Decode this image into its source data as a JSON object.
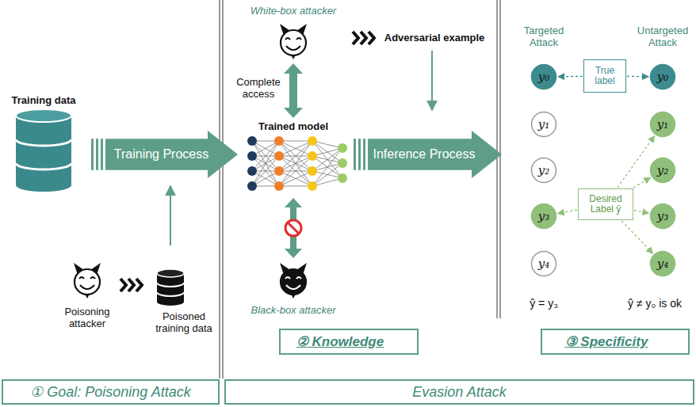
{
  "diagram": {
    "nodes": [
      {
        "text": [
          "Training Process"
        ]
      },
      {
        "text": [
          "Inference Process"
        ]
      },
      {
        "text": [
          "True label"
        ]
      },
      {
        "text": [
          "y₀"
        ]
      },
      {
        "text": [
          "y₀"
        ]
      },
      {
        "text": [
          "y₁"
        ]
      },
      {
        "text": [
          "y₁"
        ]
      },
      {
        "text": [
          "y₂"
        ]
      },
      {
        "text": [
          "y₂"
        ]
      },
      {
        "text": [
          "Desired Label ŷ"
        ]
      },
      {
        "text": [
          "y₃"
        ]
      },
      {
        "text": [
          "y₃"
        ]
      },
      {
        "text": [
          "y₄"
        ]
      },
      {
        "text": [
          "y₄"
        ]
      },
      {
        "text": [
          "② Knowledge"
        ]
      },
      {
        "text": [
          "③ Specificity"
        ]
      },
      {
        "text": [
          "① Goal: Poisoning Attack"
        ]
      },
      {
        "text": [
          "Evasion Attack"
        ]
      }
    ],
    "edges": [
      {
        "from": 2,
        "to": 3,
        "arrow": "to"
      },
      {
        "from": 2,
        "to": 4,
        "arrow": "to"
      },
      {
        "from": 9,
        "to": 10,
        "arrow": "to"
      },
      {
        "from": 9,
        "to": 6,
        "arrow": "to"
      },
      {
        "from": 9,
        "to": 8,
        "arrow": "to"
      },
      {
        "from": 9,
        "to": 11,
        "arrow": "to"
      },
      {
        "from": 9,
        "to": 13,
        "arrow": "to"
      }
    ],
    "labels": [
      "White-box attacker",
      "Adversarial example",
      "Complete access",
      "Trained model",
      "Black-box attacker",
      "Training data",
      "Poisoning attacker",
      "Poisoned training data",
      "Targeted Attack",
      "Untargeted Attack",
      "ŷ = y₃",
      "ŷ ≠ y₀ is ok"
    ]
  }
}
